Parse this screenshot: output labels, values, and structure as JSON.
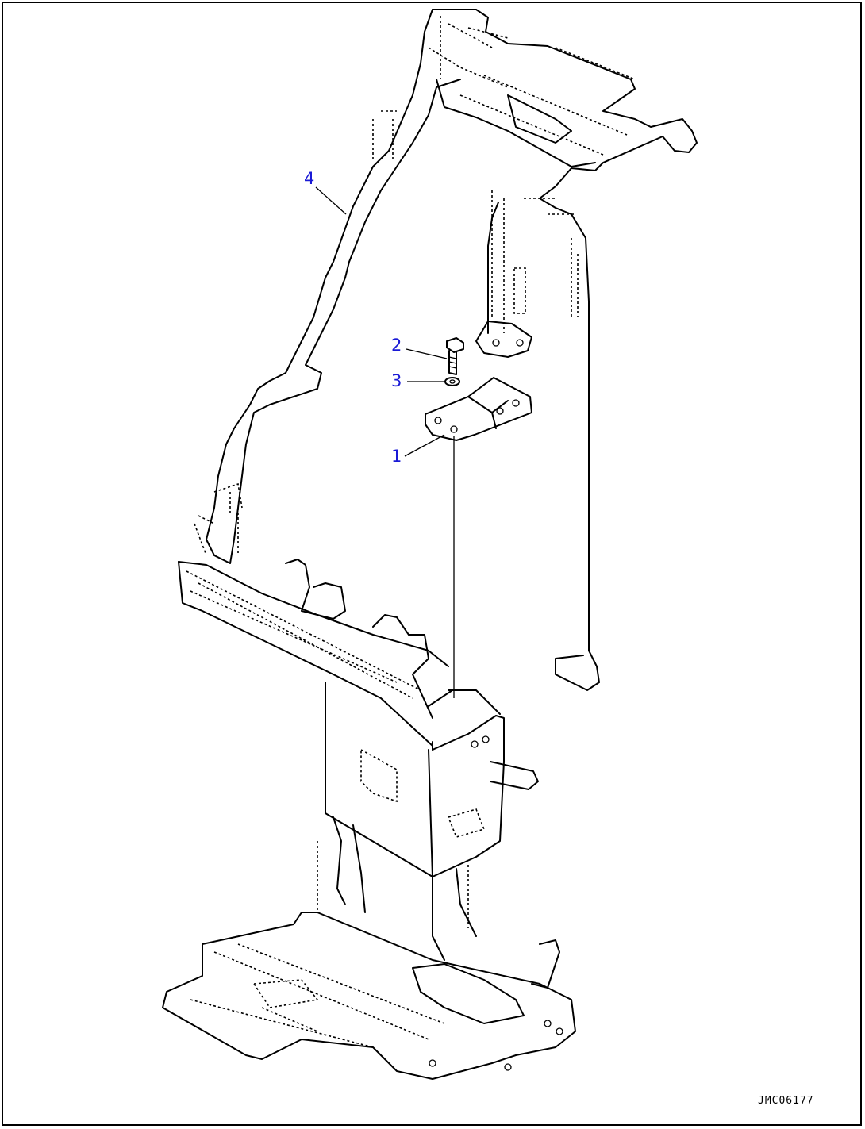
{
  "callouts": [
    {
      "id": "c1",
      "label": "1"
    },
    {
      "id": "c2",
      "label": "2"
    },
    {
      "id": "c3",
      "label": "3"
    },
    {
      "id": "c4",
      "label": "4"
    }
  ],
  "drawing_code": "JMC06177",
  "colors": {
    "callout": "#1a1ad6",
    "line": "#000000",
    "background": "#ffffff"
  }
}
